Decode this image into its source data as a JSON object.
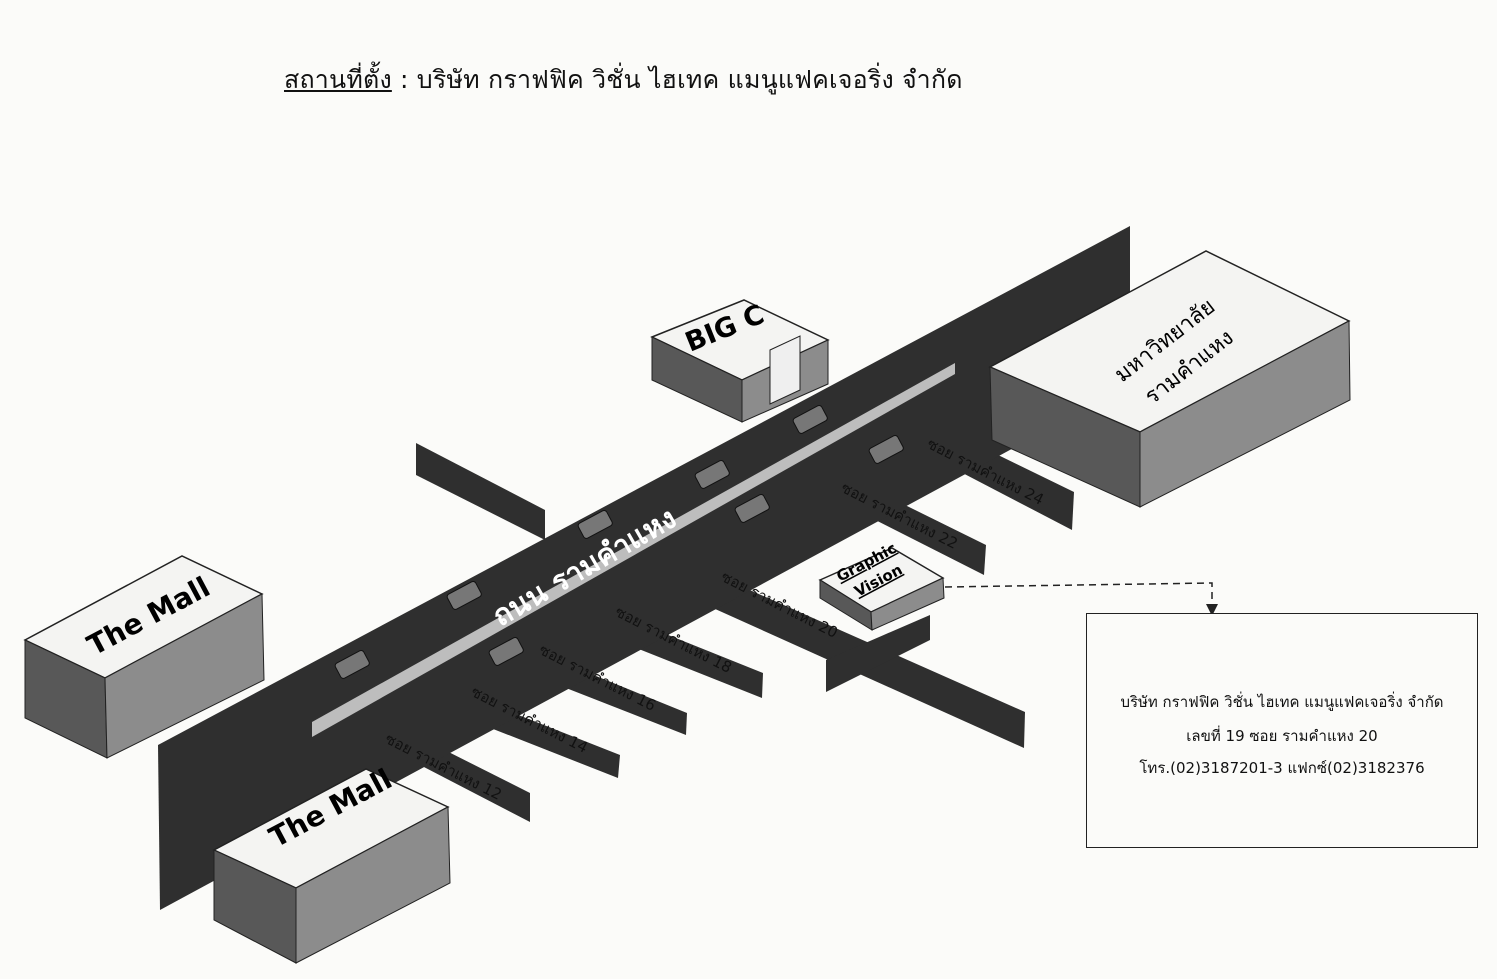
{
  "header": {
    "label": "สถานที่ตั้ง",
    "separator": " : ",
    "company": "บริษัท กราฟฟิค วิชั่น ไฮเทค แมนูแฟคเจอริ่ง จำกัด"
  },
  "main_road": "ถนน รามคำแหง",
  "sois": [
    "ซอย รามคำแหง 12",
    "ซอย รามคำแหง 14",
    "ซอย รามคำแหง 16",
    "ซอย รามคำแหง 18",
    "ซอย รามคำแหง 20",
    "ซอย รามคำแหง 22",
    "ซอย รามคำแหง 24"
  ],
  "landmarks": {
    "mall_1": "The Mall",
    "mall_2": "The Mall",
    "bigc": "BIG C",
    "university_line1": "มหาวิทยาลัย",
    "university_line2": "รามคำแหง",
    "company_line1": "Graphic",
    "company_line2": "Vision"
  },
  "info_box": {
    "line1": "บริษัท กราฟฟิค วิชั่น ไฮเทค แมนูแฟคเจอริ่ง จำกัด",
    "line2": "เลขที่ 19  ซอย รามคำแหง 20",
    "line3": "โทร.(02)3187201-3 แฟกซ์(02)3182376"
  },
  "colors": {
    "road": "#2f2f2f",
    "building_dark": "#585858",
    "building_light": "#8c8c8c",
    "paper": "#fbfbf9"
  }
}
